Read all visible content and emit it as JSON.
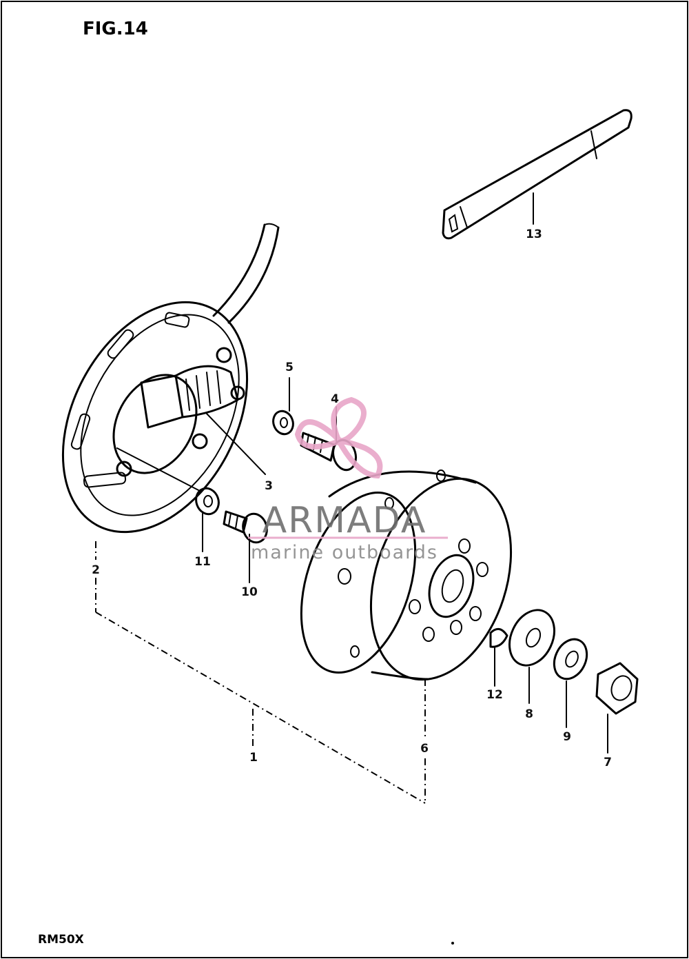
{
  "figure": {
    "title": "FIG.14",
    "model_code": "RM50X"
  },
  "watermark": {
    "brand": "ARMADA",
    "tagline": "marine outboards",
    "accent_color": "#e8a6c8",
    "icon": "propeller-icon"
  },
  "callouts": [
    {
      "id": "1",
      "label": "1"
    },
    {
      "id": "2",
      "label": "2"
    },
    {
      "id": "3",
      "label": "3"
    },
    {
      "id": "4",
      "label": "4"
    },
    {
      "id": "5",
      "label": "5"
    },
    {
      "id": "6",
      "label": "6"
    },
    {
      "id": "7",
      "label": "7"
    },
    {
      "id": "8",
      "label": "8"
    },
    {
      "id": "9",
      "label": "9"
    },
    {
      "id": "10",
      "label": "10"
    },
    {
      "id": "11",
      "label": "11"
    },
    {
      "id": "12",
      "label": "12"
    },
    {
      "id": "13",
      "label": "13"
    }
  ]
}
